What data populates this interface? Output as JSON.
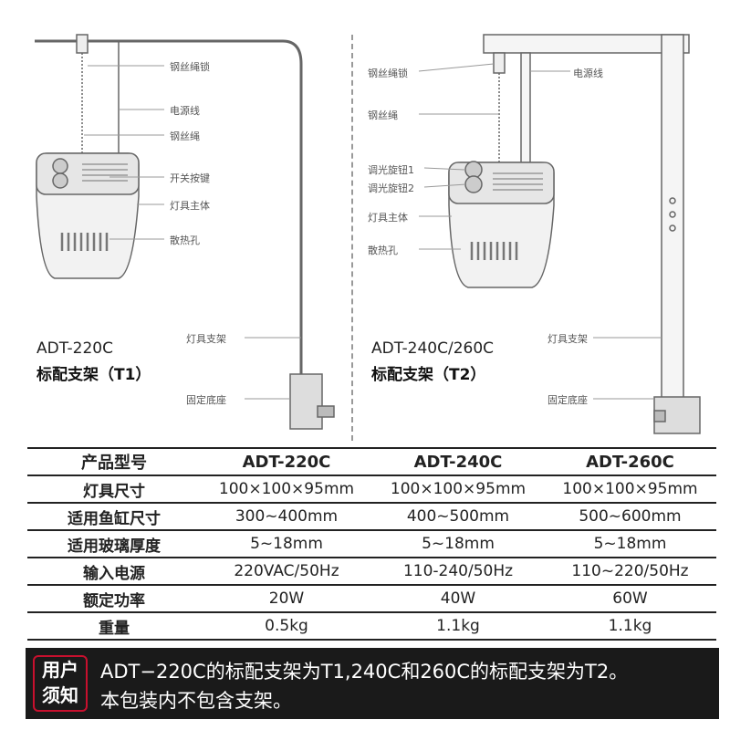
{
  "left_panel": {
    "labels": [
      "钢丝绳锁",
      "电源线",
      "钢丝绳",
      "开关按键",
      "灯具主体",
      "散热孔",
      "灯具支架",
      "固定底座"
    ],
    "model": "ADT-220C",
    "standard": "标配支架（T1）"
  },
  "right_panel": {
    "labels": [
      "钢丝绳锁",
      "电源线",
      "钢丝绳",
      "调光旋钮1",
      "调光旋钮2",
      "灯具主体",
      "散热孔",
      "灯具支架",
      "固定底座"
    ],
    "model": "ADT-240C/260C",
    "standard": "标配支架（T2）"
  },
  "spec_table": {
    "header": [
      "产品型号",
      "ADT-220C",
      "ADT-240C",
      "ADT-260C"
    ],
    "rows": [
      {
        "label": "灯具尺寸",
        "values": [
          "100×100×95mm",
          "100×100×95mm",
          "100×100×95mm"
        ]
      },
      {
        "label": "适用鱼缸尺寸",
        "values": [
          "300~400mm",
          "400~500mm",
          "500~600mm"
        ]
      },
      {
        "label": "适用玻璃厚度",
        "values": [
          "5~18mm",
          "5~18mm",
          "5~18mm"
        ]
      },
      {
        "label": "输入电源",
        "values": [
          "220VAC/50Hz",
          "110-240/50Hz",
          "110~220/50Hz"
        ]
      },
      {
        "label": "额定功率",
        "values": [
          "20W",
          "40W",
          "60W"
        ]
      },
      {
        "label": "重量",
        "values": [
          "0.5kg",
          "1.1kg",
          "1.1kg"
        ]
      }
    ]
  },
  "notice": {
    "badge": [
      "用户",
      "须知"
    ],
    "line1": "ADT−220C的标配支架为T1,240C和260C的标配支架为T2。",
    "line2": "本包装内不包含支架。"
  }
}
